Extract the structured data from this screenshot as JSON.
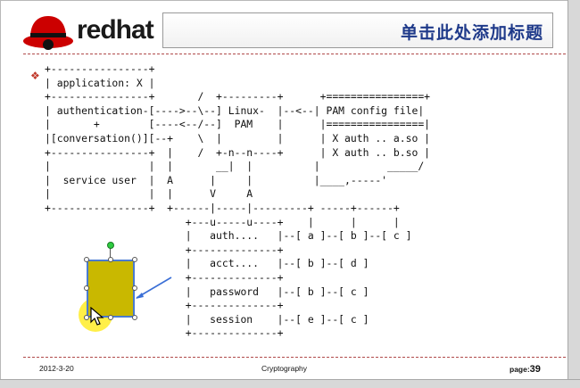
{
  "logo": {
    "text": "redhat"
  },
  "slide": {
    "title": "单击此处添加标题",
    "diagram_lines": [
      "+----------------+",
      "| application: X |",
      "+----------------+       /  +---------+      +================+",
      "| authentication-[---->--\\--] Linux-  |--<--| PAM config file|",
      "|       +        [----<--/--]  PAM    |      |================|",
      "|[conversation()][--+    \\  |         |      | X auth .. a.so |",
      "+----------------+  |    /  +-n--n----+      | X auth .. b.so |",
      "|                |  |       __|  |          |           _____/",
      "|  service user  |  A      |     |          |____,-----'",
      "|                |  |      V     A",
      "+----------------+  +------|-----|---------+ -----+------+",
      "                       +---u-----u----+    |      |      |",
      "                       |   auth....   |--[ a ]--[ b ]--[ c ]",
      "                       +--------------+",
      "                       |   acct....   |--[ b ]--[ d ]",
      "                       +--------------+",
      "                       |   password   |--[ b ]--[ c ]",
      "                       +--------------+",
      "                       |   session    |--[ e ]--[ c ]",
      "                       +--------------+"
    ]
  },
  "footer": {
    "date": "2012-3-20",
    "center": "Cryptography",
    "page_label": "page:",
    "page_number": "39"
  },
  "colors": {
    "title": "#1f3a8a",
    "shape_fill": "#c9b800",
    "selection": "#4a7bd0",
    "logo_red": "#cc0000"
  },
  "icons": [
    "redhat-shadowman-icon",
    "bullet-icon",
    "move-cursor-icon",
    "callout-arrow-icon"
  ]
}
